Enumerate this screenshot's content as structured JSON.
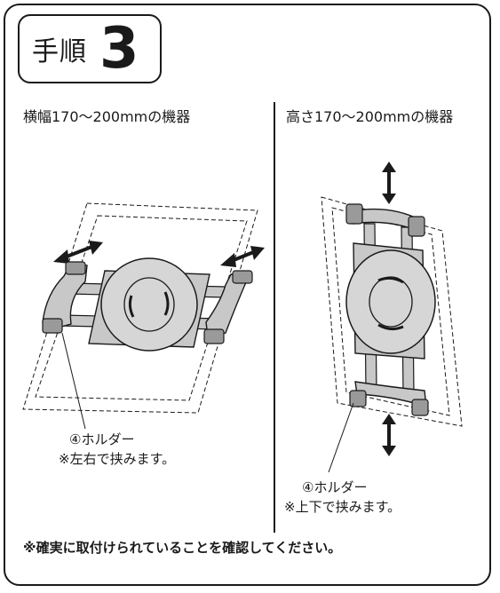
{
  "step": {
    "label": "手順",
    "number": "3"
  },
  "left_panel": {
    "heading": "横幅170〜200mmの機器",
    "callout_line1": "④ホルダー",
    "callout_line2": "※左右で挟みます。"
  },
  "right_panel": {
    "heading": "高さ170〜200mmの機器",
    "callout_line1": "④ホルダー",
    "callout_line2": "※上下で挟みます。"
  },
  "note": "※確実に取付けられていることを確認してください。",
  "colors": {
    "ink": "#1a1a1a",
    "part_fill": "#c8c8c8",
    "part_dark": "#9a9a9a",
    "part_light": "#e4e4e4"
  }
}
